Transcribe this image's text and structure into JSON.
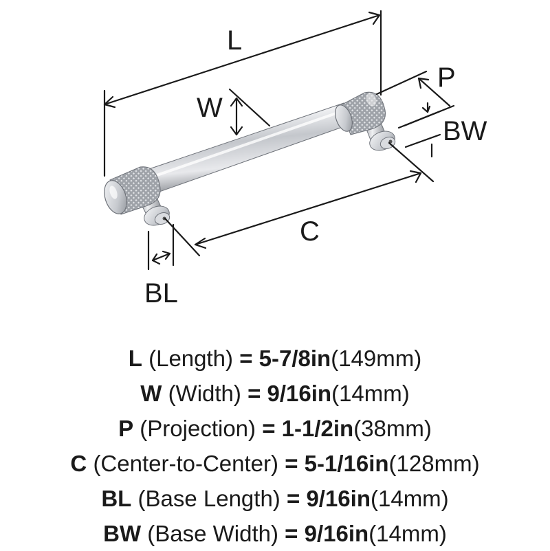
{
  "diagram": {
    "labels": {
      "L": "L",
      "W": "W",
      "P": "P",
      "BW": "BW",
      "C": "C",
      "BL": "BL"
    }
  },
  "specs": [
    {
      "code": "L",
      "name": "(Length)",
      "eq": "=",
      "inch": "5-7/8in",
      "mm": "(149mm)"
    },
    {
      "code": "W",
      "name": "(Width)",
      "eq": "=",
      "inch": "9/16in",
      "mm": "(14mm)"
    },
    {
      "code": "P",
      "name": "(Projection)",
      "eq": "=",
      "inch": "1-1/2in",
      "mm": "(38mm)"
    },
    {
      "code": "C",
      "name": "(Center-to-Center)",
      "eq": "=",
      "inch": "5-1/16in",
      "mm": "(128mm)"
    },
    {
      "code": "BL",
      "name": "(Base Length)",
      "eq": "=",
      "inch": "9/16in",
      "mm": "(14mm)"
    },
    {
      "code": "BW",
      "name": "(Base Width)",
      "eq": "=",
      "inch": "9/16in",
      "mm": "(14mm)"
    }
  ],
  "colors": {
    "ink": "#1a1a1a",
    "chrome_light": "#f2f3f5",
    "chrome_mid": "#b9bcc2",
    "chrome_dark": "#6f737a"
  }
}
